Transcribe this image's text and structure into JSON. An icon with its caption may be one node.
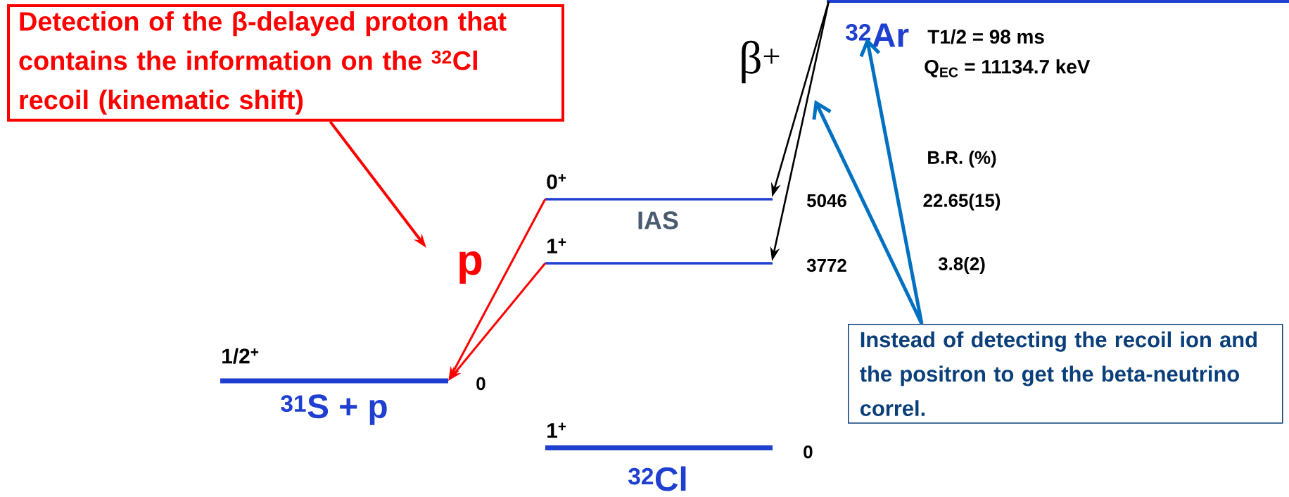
{
  "diagram": {
    "nodes": [
      {
        "text": [
          "Detection of the β-delayed proton that contains the information on the $^{32}$Cl recoil  (kinematic shift)"
        ]
      },
      {
        "text": [
          "p"
        ]
      },
      {
        "text": [
          "1/2$^{+}$",
          "$^{31}$S + p"
        ],
        "beside": [
          "0"
        ]
      },
      {
        "text": [
          "0$^{+}$",
          "IAS"
        ],
        "beside": [
          "5046"
        ]
      },
      {
        "text": [
          "1$^{+}$"
        ],
        "beside": [
          "3772"
        ]
      },
      {
        "text": [
          "1$^{+}$",
          "$^{32}$Cl"
        ],
        "beside": [
          "0"
        ]
      },
      {
        "text": [
          "$^{32}$Ar"
        ],
        "beside": [
          "T1/2 = 98 ms",
          "Q$_{EC}$ = 11134.7 keV"
        ]
      },
      {
        "text": [
          "Instead of detecting the recoil ion and the positron to get the beta-neutrino correl."
        ]
      }
    ],
    "edges": [
      {
        "from": 0,
        "to": 1,
        "arrow": "to",
        "color": "#ff0000"
      },
      {
        "from": 3,
        "to": 2,
        "arrow": "to",
        "color": "#ff0000"
      },
      {
        "from": 4,
        "to": 2,
        "arrow": "to",
        "color": "#ff0000"
      },
      {
        "from": 6,
        "to": 3,
        "arrow": "to",
        "color": "#000000"
      },
      {
        "from": 6,
        "to": 4,
        "arrow": "to",
        "color": "#000000"
      },
      {
        "from": 7,
        "to": 6,
        "arrow": "to",
        "color": "#0070c0"
      },
      {
        "from": 7,
        "to": null,
        "arrow": "to",
        "color": "#0070c0"
      }
    ],
    "labels": [
      "β$^{+}$",
      "B.R. (%)",
      "22.65(15)",
      "3.8(2)"
    ]
  }
}
